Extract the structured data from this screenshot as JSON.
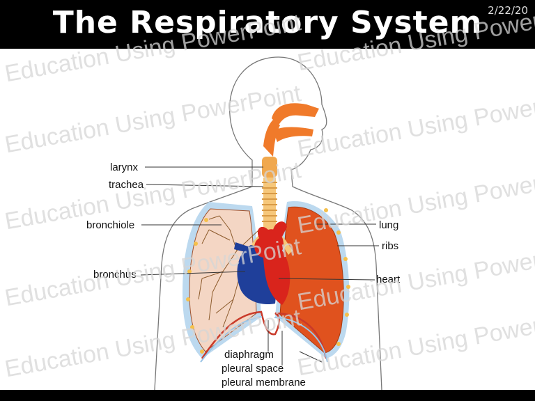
{
  "slide": {
    "title": "The Respiratory System",
    "date": "2/22/20"
  },
  "watermark": "Education Using PowerPoint",
  "labels": {
    "larynx": "larynx",
    "trachea": "trachea",
    "bronchiole": "bronchiole",
    "bronchus": "bronchus",
    "lung": "lung",
    "ribs": "ribs",
    "heart": "heart",
    "diaphragm": "diaphragm",
    "pleural_space": "pleural space",
    "pleural_membrane": "pleural membrane"
  },
  "colors": {
    "title_bar": "#000000",
    "airway": "#f07a2a",
    "lung_right": "#e0521e",
    "lung_left": "#f4d6c4",
    "trachea": "#f6c77a",
    "heart_red": "#d9241c",
    "heart_blue": "#1f3f9a",
    "pleura": "#bcd9ef"
  }
}
